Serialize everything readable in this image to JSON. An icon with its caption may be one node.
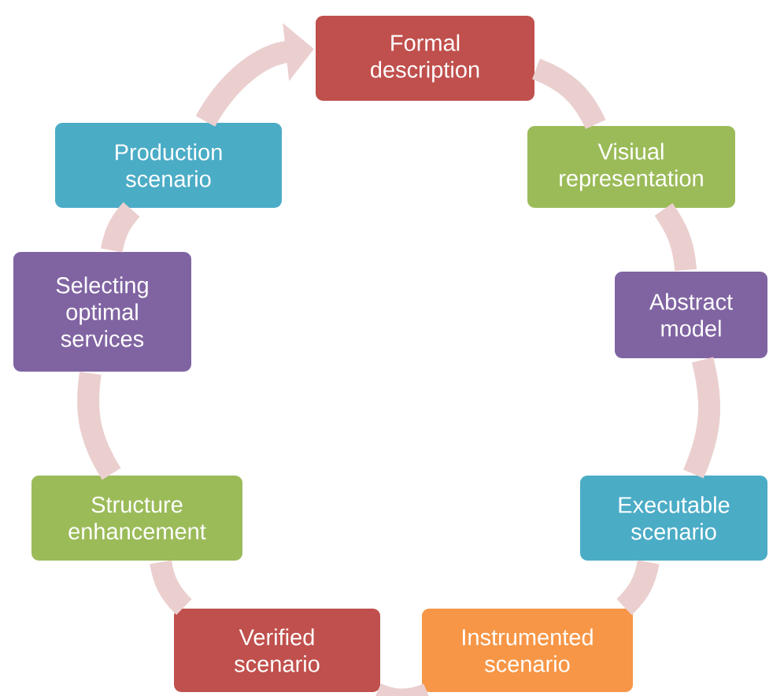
{
  "diagram": {
    "nodes": [
      {
        "text": [
          "Formal description"
        ]
      },
      {
        "text": [
          "Visiual representation"
        ]
      },
      {
        "text": [
          "Abstract model"
        ]
      },
      {
        "text": [
          "Executable scenario"
        ]
      },
      {
        "text": [
          "Instrumented scenario"
        ]
      },
      {
        "text": [
          "Verified scenario"
        ]
      },
      {
        "text": [
          "Structure enhancement"
        ]
      },
      {
        "text": [
          "Selecting optimal services"
        ]
      },
      {
        "text": [
          "Production scenario"
        ]
      }
    ],
    "edges": [
      {
        "from": 0,
        "to": 1,
        "arrow": "none"
      },
      {
        "from": 1,
        "to": 2,
        "arrow": "none"
      },
      {
        "from": 2,
        "to": 3,
        "arrow": "none"
      },
      {
        "from": 3,
        "to": 4,
        "arrow": "none"
      },
      {
        "from": 4,
        "to": 5,
        "arrow": "none"
      },
      {
        "from": 5,
        "to": 6,
        "arrow": "none"
      },
      {
        "from": 6,
        "to": 7,
        "arrow": "none"
      },
      {
        "from": 7,
        "to": 8,
        "arrow": "none"
      },
      {
        "from": 8,
        "to": 0,
        "arrow": "to"
      }
    ]
  }
}
